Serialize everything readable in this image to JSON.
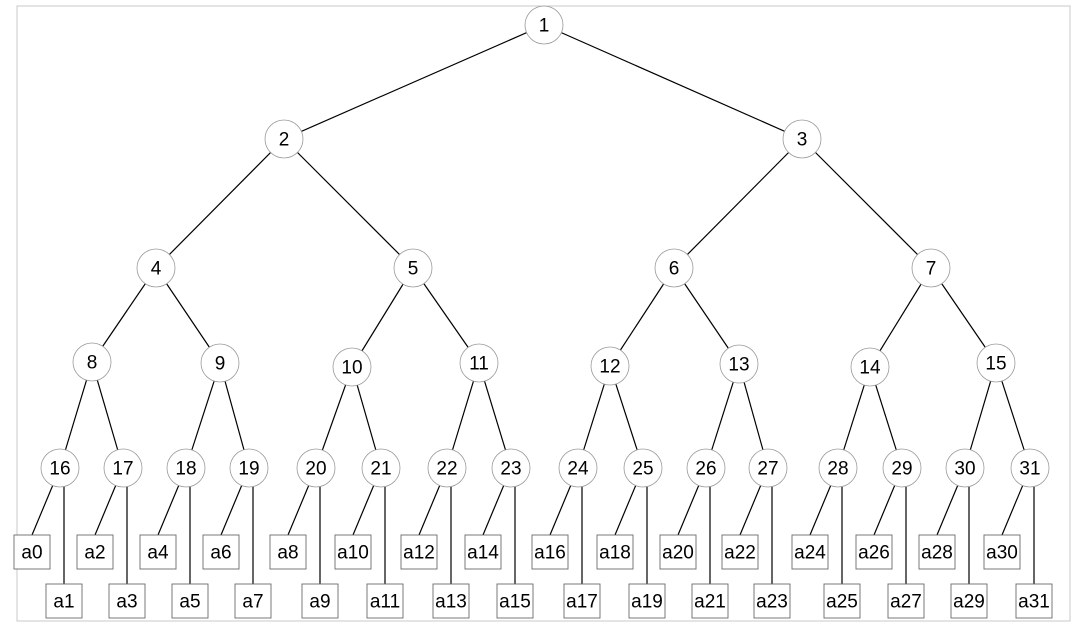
{
  "tree": {
    "internal_nodes": [
      "1",
      "2",
      "3",
      "4",
      "5",
      "6",
      "7",
      "8",
      "9",
      "10",
      "11",
      "12",
      "13",
      "14",
      "15",
      "16",
      "17",
      "18",
      "19",
      "20",
      "21",
      "22",
      "23",
      "24",
      "25",
      "26",
      "27",
      "28",
      "29",
      "30",
      "31"
    ],
    "leaves": [
      "a0",
      "a1",
      "a2",
      "a3",
      "a4",
      "a5",
      "a6",
      "a7",
      "a8",
      "a9",
      "a10",
      "a11",
      "a12",
      "a13",
      "a14",
      "a15",
      "a16",
      "a17",
      "a18",
      "a19",
      "a20",
      "a21",
      "a22",
      "a23",
      "a24",
      "a25",
      "a26",
      "a27",
      "a28",
      "a29",
      "a30",
      "a31"
    ]
  }
}
